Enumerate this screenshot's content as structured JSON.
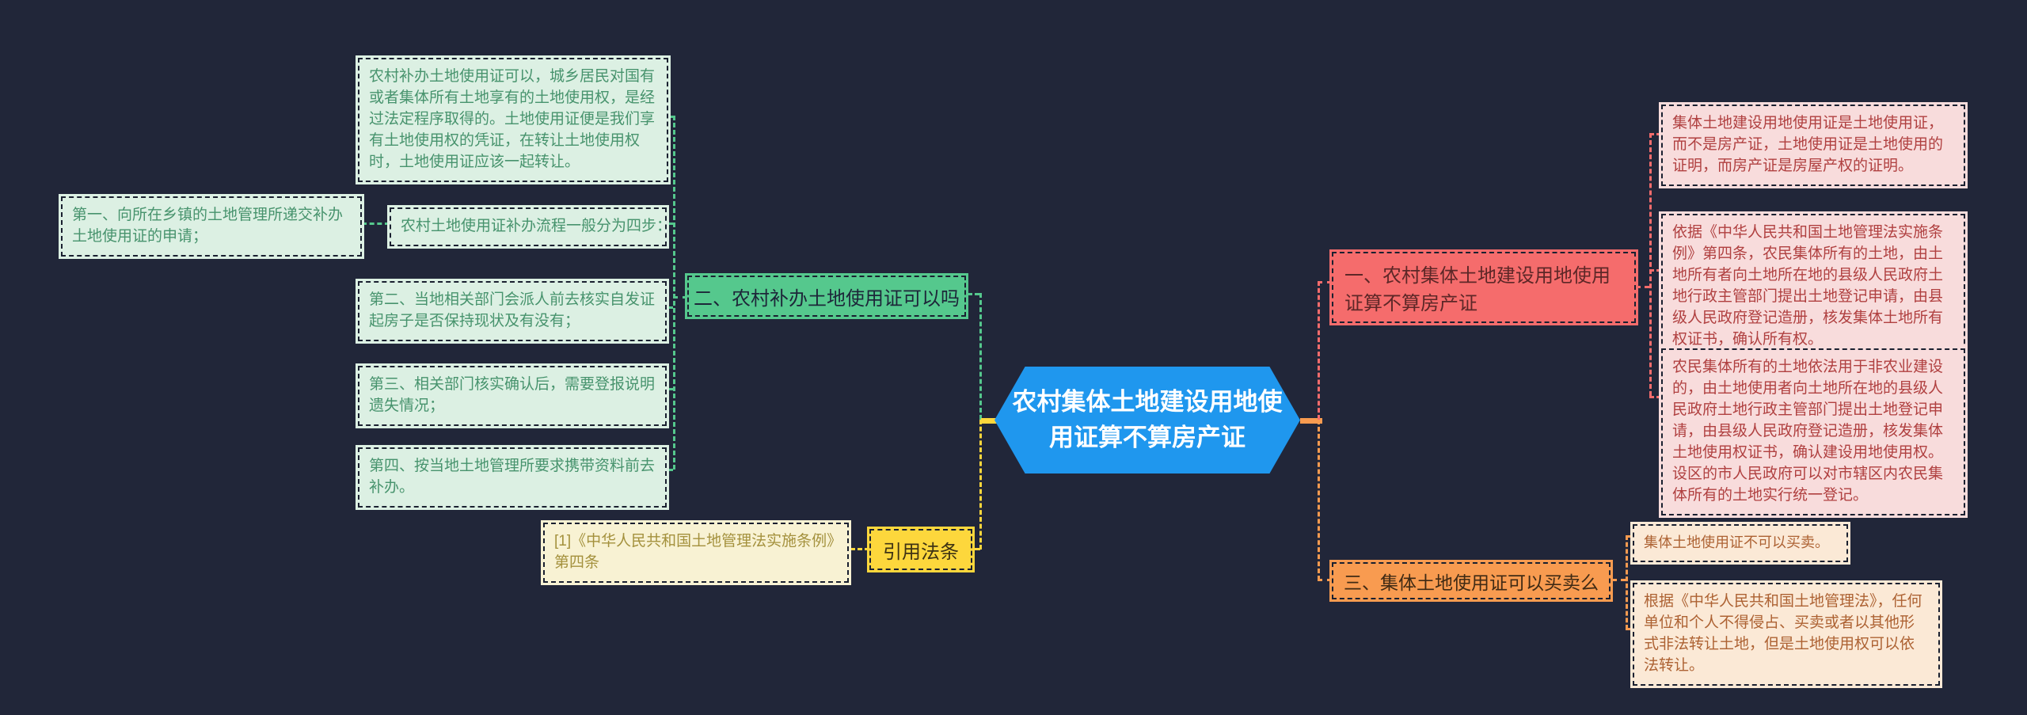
{
  "title": "农村集体土地建设用地使用证算不算房产证",
  "colors": {
    "background": "#212639",
    "center_blue": "#1f97ee",
    "branch_one_red": "#f56c6c",
    "branch_two_teal": "#55c88d",
    "branch_three_orange": "#f89b50",
    "citation_yellow": "#fdd73c",
    "leaf_green_bg": "#dcf0e3",
    "leaf_pink_bg": "#f8dcdc",
    "leaf_peach_bg": "#fbe9d6",
    "leaf_cream_bg": "#f8f2d3"
  },
  "center_node": {
    "label": "农村集体土地建设用地使用证算不算房产证"
  },
  "branch_one": {
    "node_label": "一、农村集体土地建设用地使用证算不算房产证",
    "children": [
      {
        "text": "集体土地建设用地使用证是土地使用证，而不是房产证，土地使用证是土地使用的证明，而房产证是房屋产权的证明。"
      },
      {
        "text": "依据《中华人民共和国土地管理法实施条例》第四条，农民集体所有的土地，由土地所有者向土地所在地的县级人民政府土地行政主管部门提出土地登记申请，由县级人民政府登记造册，核发集体土地所有权证书，确认所有权。"
      },
      {
        "text": "农民集体所有的土地依法用于非农业建设的，由土地使用者向土地所在地的县级人民政府土地行政主管部门提出土地登记申请，由县级人民政府登记造册，核发集体土地使用权证书，确认建设用地使用权。设区的市人民政府可以对市辖区内农民集体所有的土地实行统一登记。"
      }
    ]
  },
  "branch_two": {
    "node_label": "二、农村补办土地使用证可以吗",
    "children": [
      {
        "text": "农村补办土地使用证可以，城乡居民对国有或者集体所有土地享有的土地使用权，是经过法定程序取得的。土地使用证便是我们享有土地使用权的凭证，在转让土地使用权时，土地使用证应该一起转让。"
      },
      {
        "text": "农村土地使用证补办流程一般分为四步："
      },
      {
        "text": "第一、向所在乡镇的土地管理所递交补办土地使用证的申请；"
      },
      {
        "text": "第二、当地相关部门会派人前去核实自发证起房子是否保持现状及有没有；"
      },
      {
        "text": "第三、相关部门核实确认后，需要登报说明遗失情况；"
      },
      {
        "text": "第四、按当地土地管理所要求携带资料前去补办。"
      }
    ]
  },
  "branch_three": {
    "node_label": "三、集体土地使用证可以买卖么",
    "children": [
      {
        "text": "集体土地使用证不可以买卖。"
      },
      {
        "text": "根据《中华人民共和国土地管理法》，任何单位和个人不得侵占、买卖或者以其他形式非法转让土地，但是土地使用权可以依法转让。"
      }
    ]
  },
  "citation": {
    "node_label": "引用法条",
    "children": [
      {
        "text": "[1]《中华人民共和国土地管理法实施条例》第四条"
      }
    ]
  }
}
